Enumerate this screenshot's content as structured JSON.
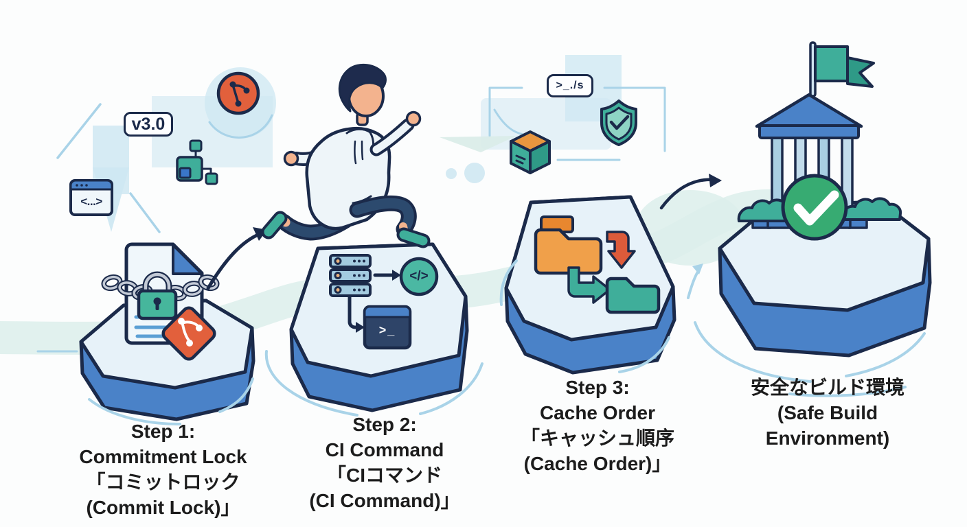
{
  "decor": {
    "version_badge": "v3.0",
    "terminal_badge": ">_./s"
  },
  "icon_glyphs": {
    "code_window": "<...>",
    "code_circle": "</>",
    "terminal_window": ">_"
  },
  "steps": [
    {
      "line1": "Step 1:",
      "line2": "Commitment Lock",
      "line3": "「コミットロック",
      "line4": "(Commit Lock)」"
    },
    {
      "line1": "Step 2:",
      "line2": "CI Command",
      "line3": "「CIコマンド",
      "line4": "(CI Command)」"
    },
    {
      "line1": "Step 3:",
      "line2": "Cache Order",
      "line3": "「キャッシュ順序",
      "line4": "(Cache Order)」"
    }
  ],
  "goal": {
    "line1": "安全なビルド環境",
    "line2": "(Safe Build",
    "line3": "Environment)"
  },
  "colors": {
    "outline_navy": "#1b2a4a",
    "platform_top": "#e7f2f9",
    "platform_side": "#4a82c8",
    "teal": "#3fae9a",
    "teal_dark": "#2f9a87",
    "green_check": "#37ab72",
    "orange_folder": "#f0a04a",
    "orange_dark": "#e8872f",
    "git_orange": "#e2603c",
    "red_arrow": "#dd5b3a",
    "pale_blue": "#cfe8f2",
    "pale_teal": "#d9ece8",
    "swoosh_blue": "#a9d3e8",
    "skin": "#f3b38e",
    "pants_navy": "#2c4a6e",
    "hoodie_white": "#eef5f9",
    "text_dark": "#1c1c1c"
  }
}
